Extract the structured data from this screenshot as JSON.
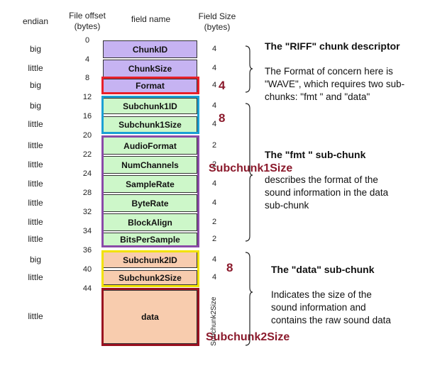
{
  "headers": {
    "endian": "endian",
    "offset": "File offset\n(bytes)",
    "field_name": "field name",
    "field_size": "Field Size\n(bytes)"
  },
  "fields": [
    {
      "name": "ChunkID",
      "endian": "big",
      "size": "4",
      "group": "riff"
    },
    {
      "name": "ChunkSize",
      "endian": "little",
      "size": "4",
      "group": "riff"
    },
    {
      "name": "Format",
      "endian": "big",
      "size": "4",
      "group": "riff"
    },
    {
      "name": "Subchunk1ID",
      "endian": "big",
      "size": "4",
      "group": "fmt"
    },
    {
      "name": "Subchunk1Size",
      "endian": "little",
      "size": "4",
      "group": "fmt"
    },
    {
      "name": "AudioFormat",
      "endian": "little",
      "size": "2",
      "group": "fmt"
    },
    {
      "name": "NumChannels",
      "endian": "little",
      "size": "2",
      "group": "fmt"
    },
    {
      "name": "SampleRate",
      "endian": "little",
      "size": "4",
      "group": "fmt"
    },
    {
      "name": "ByteRate",
      "endian": "little",
      "size": "4",
      "group": "fmt"
    },
    {
      "name": "BlockAlign",
      "endian": "little",
      "size": "2",
      "group": "fmt"
    },
    {
      "name": "BitsPerSample",
      "endian": "little",
      "size": "2",
      "group": "fmt"
    },
    {
      "name": "Subchunk2ID",
      "endian": "big",
      "size": "4",
      "group": "data"
    },
    {
      "name": "Subchunk2Size",
      "endian": "little",
      "size": "4",
      "group": "data"
    },
    {
      "name": "data",
      "endian": "little",
      "size": "Subchunk2Size",
      "group": "data"
    }
  ],
  "offsets": [
    "0",
    "4",
    "8",
    "12",
    "16",
    "20",
    "22",
    "24",
    "28",
    "32",
    "34",
    "36",
    "40",
    "44"
  ],
  "annotations": {
    "format_size": "4",
    "fmt_header_size": "8",
    "fmt_body_size": "Subchunk1Size",
    "data_header_size": "8",
    "data_body_size": "Subchunk2Size"
  },
  "descriptions": {
    "riff_title": "The \"RIFF\" chunk descriptor",
    "riff_text": "The Format of concern here is \"WAVE\", which requires two sub-chunks: \"fmt \" and \"data\"",
    "fmt_title": "The \"fmt \" sub-chunk",
    "fmt_text": "describes the format of the sound information in the data sub-chunk",
    "data_title": "The \"data\" sub-chunk",
    "data_text": "Indicates the size of the sound information and contains the raw sound data"
  },
  "colors": {
    "riff": "#c6b3f2",
    "fmt": "#cdf7c9",
    "data": "#f8ccae",
    "highlight_red": "#e8202a",
    "highlight_cyan": "#1aa0d4",
    "highlight_purple": "#8a4aa8",
    "highlight_yellow": "#f2e200",
    "highlight_darkred": "#9a1020",
    "annotation_text": "#8b1a2c"
  }
}
